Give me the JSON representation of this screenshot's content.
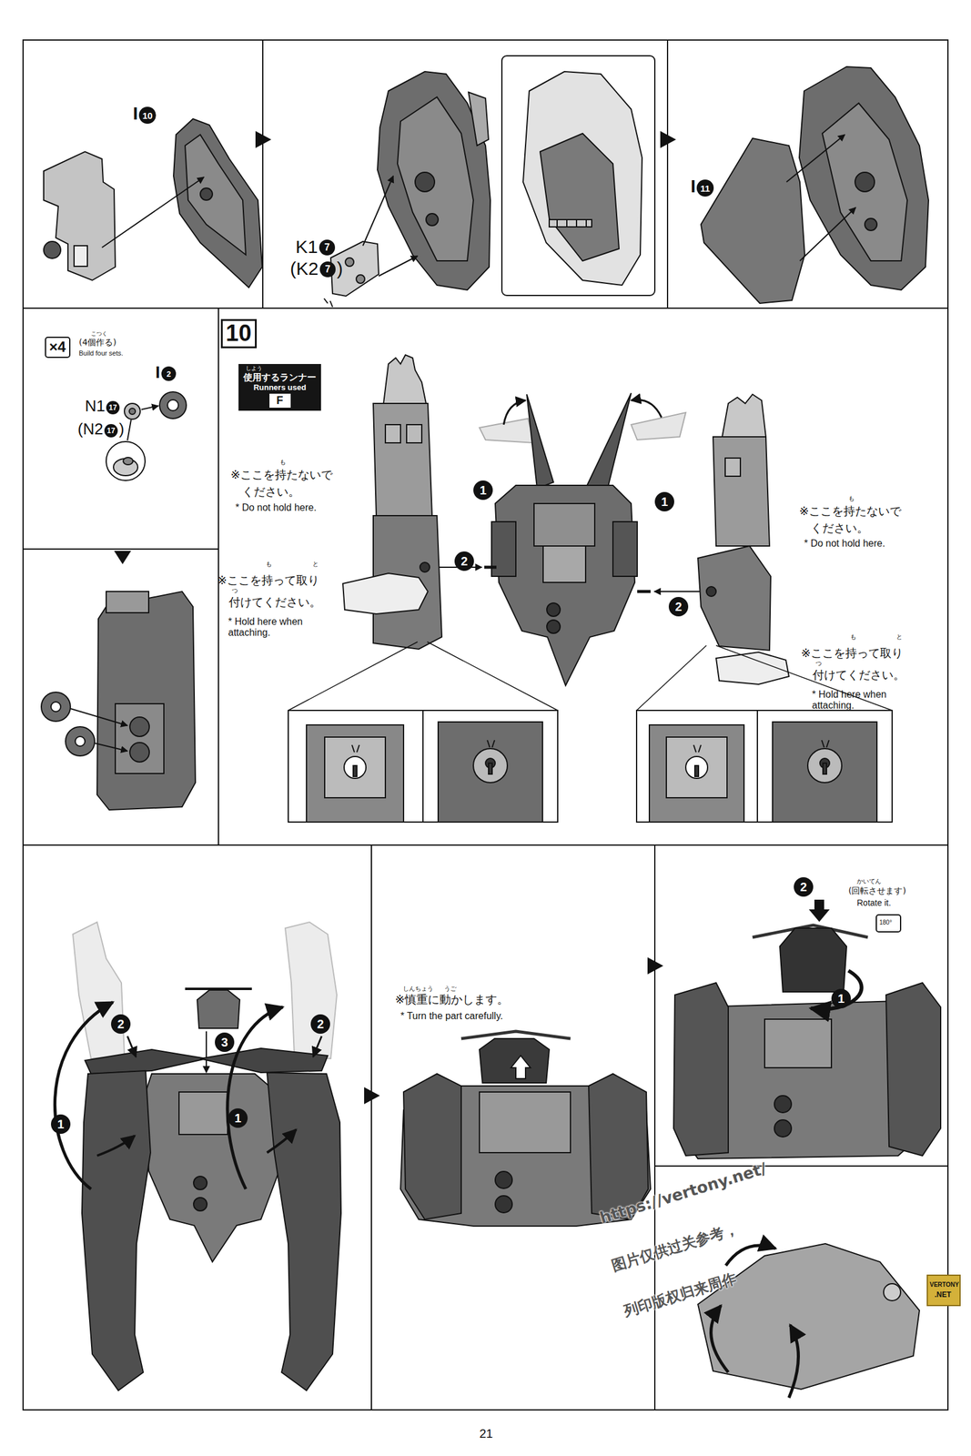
{
  "diagram": {
    "nodes": [
      {
        "text": [
          "×4"
        ]
      },
      {
        "text": [
          "10"
        ]
      },
      {
        "text": [
          "しよう",
          "使用するランナー",
          "Runners used"
        ]
      },
      {
        "text": [
          "F"
        ],
        "in": 2
      }
    ],
    "labels": [
      "I",
      "10",
      "K1",
      "7",
      "(K2",
      "7",
      ")",
      "I",
      "11",
      "こつく",
      "(4個作る)",
      "Build four sets.",
      "I",
      "2",
      "N1",
      "17",
      "(N2",
      "17",
      ")",
      "も",
      "※ここを持たないで ください。",
      "* Do not hold here.",
      "も",
      "と",
      "つ",
      "※ここを持って取り 付けてください。",
      "* Hold here when attaching.",
      "1",
      "2",
      "1",
      "2",
      "も",
      "※ここを持たないで ください。",
      "* Do not hold here.",
      "も",
      "と",
      "つ",
      "※ここを持って取り 付けてください。",
      "* Hold here when attaching.",
      "1",
      "2",
      "3",
      "1",
      "2",
      "しんちょう",
      "うご",
      "※慎重に動かします。",
      "* Turn the part carefully.",
      "かいてん",
      "(回転させます)",
      "Rotate it.",
      "180°",
      "2",
      "1",
      "https://vertony.net/",
      "图片仅供过关参考，",
      "列印版权归来周作",
      "VERTONY",
      ".NET",
      "21"
    ]
  }
}
